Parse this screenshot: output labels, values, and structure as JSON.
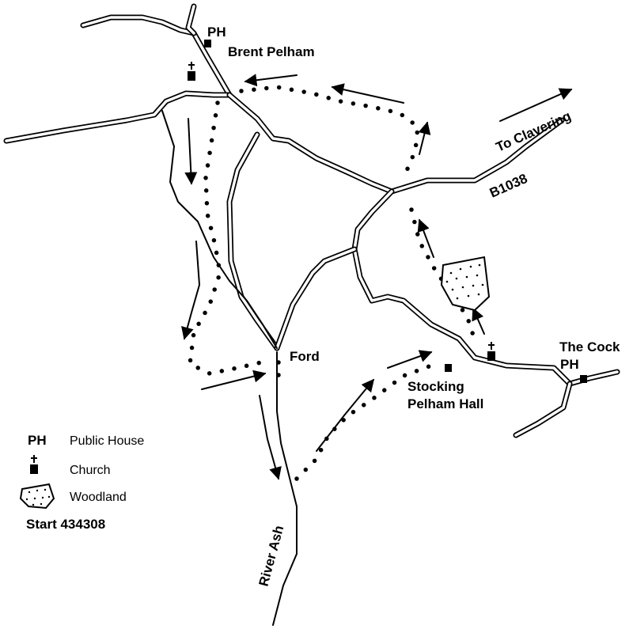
{
  "labels": {
    "ph_top": "PH",
    "brent_pelham": "Brent Pelham",
    "to_clavering": "To Clavering",
    "b1038": "B1038",
    "ford": "Ford",
    "the_cock": "The Cock",
    "ph_cock": "PH",
    "stocking_line1": "Stocking",
    "stocking_line2": "Pelham Hall",
    "river_ash": "River Ash"
  },
  "legend": {
    "ph_symbol": "PH",
    "ph_text": "Public House",
    "church_text": "Church",
    "woodland_text": "Woodland",
    "start": "Start 434308"
  },
  "icons": {
    "church": "church-icon",
    "pub": "square-marker-icon",
    "woodland": "woodland-icon"
  }
}
